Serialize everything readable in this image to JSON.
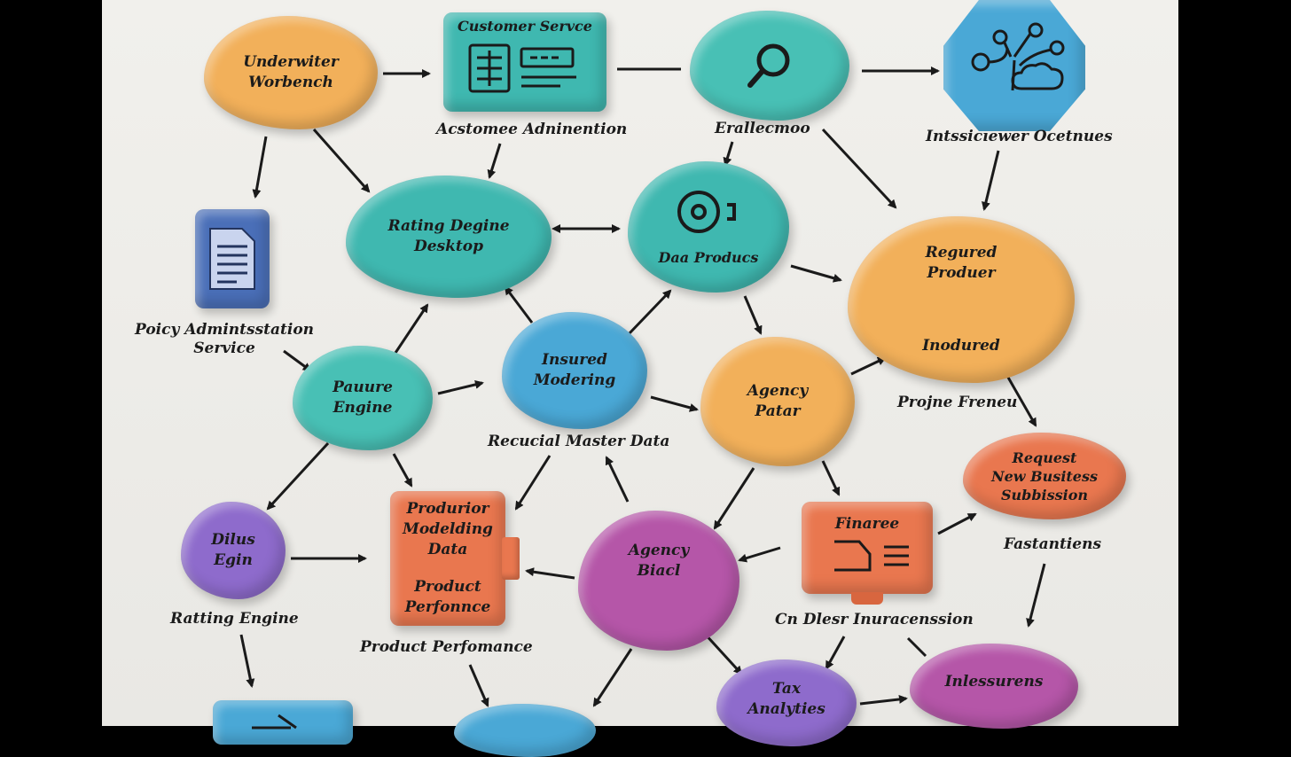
{
  "nodes": {
    "underwriter_workbench": "Underwiter\nWorbench",
    "customer_service": "Customer Servce",
    "rating_engine_desktop": "Rating Degine\nDesktop",
    "data_products": "Daa Producs",
    "required_producer": "Regured\nProduer",
    "inodured": "Inodured",
    "feature_engine": "Pauure\nEngine",
    "insured_modeling": "Insured\nModering",
    "agency_portal": "Agency\nPatar",
    "request_new_business": "Request\nNew Busitess\nSubbission",
    "dtlus_engine": "Dilus\nEgin",
    "production_modeling": "Produrior\nModelding\nData",
    "product_performance_inner": "Product\nPerfonnce",
    "agency_black": "Agency\nBiacl",
    "finance": "Finaree",
    "tax_analytics": "Tax\nAnalyties",
    "infessurens": "Inlessurens"
  },
  "labels": {
    "customer_administration": "Acstomee Adninention",
    "evaluation": "Eralleстоо",
    "integration_outcomes": "Intssicıewer Ocetnues",
    "policy_admin": "Poicy Admintsstation\nService",
    "producer_renewal": "Projne Frenеи",
    "reconcile_master_data": "Recucial Master Data",
    "rating_engine": "Ratting Engine",
    "product_performance": "Product Perfomance",
    "fastentiens": "Fastantiens",
    "claims_transmission": "Cn Dlesr Inuracenssion"
  },
  "icons": {
    "customer_service": "form-screen-icon",
    "evaluation": "magnifier-icon",
    "integration": "network-cloud-icon",
    "policy": "document-icon",
    "data_products": "target-icon",
    "finance": "monitor-chart-icon"
  },
  "colors": {
    "orange": "#f2b05a",
    "teal": "#3fb8b0",
    "blue": "#4aa8d6",
    "navy": "#4a6fb8",
    "purple": "#8e6bcc",
    "magenta": "#b556a8",
    "coral": "#e9774f"
  }
}
